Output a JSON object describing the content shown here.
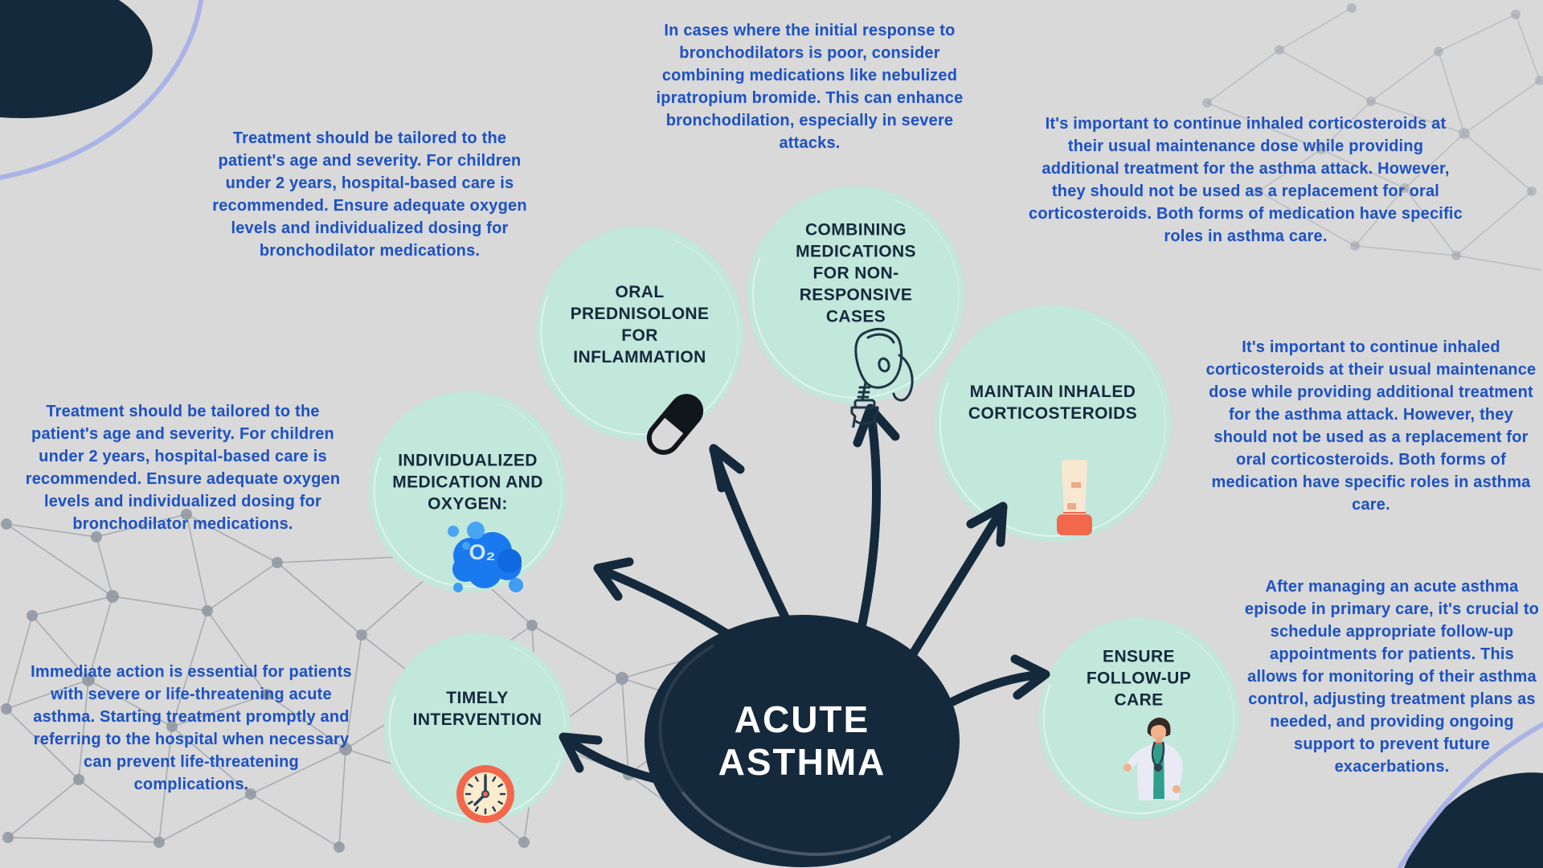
{
  "title": "ACUTE ASTHMA",
  "nodes": [
    {
      "label": "ORAL PREDNISOLONE FOR INFLAMMATION",
      "icon": "pill-capsule-icon"
    },
    {
      "label": "COMBINING MEDICATIONS FOR NON-RESPONSIVE CASES",
      "icon": "nebulizer-mask-icon"
    },
    {
      "label": "MAINTAIN INHALED CORTICOSTEROIDS",
      "icon": "inhaler-icon"
    },
    {
      "label": "INDIVIDUALIZED MEDICATION AND OXYGEN:",
      "icon": "oxygen-bubbles-icon"
    },
    {
      "label": "TIMELY INTERVENTION",
      "icon": "clock-icon"
    },
    {
      "label": "ENSURE FOLLOW-UP CARE",
      "icon": "doctor-icon"
    }
  ],
  "annotations": {
    "top_left": "Treatment should be tailored to the patient's age and severity. For children under 2 years, hospital-based care is recommended. Ensure adequate oxygen levels and individualized dosing for bronchodilator medications.",
    "top_center": "In cases where the initial response to bronchodilators is poor, consider combining medications like nebulized ipratropium bromide. This can enhance bronchodilation, especially in severe attacks.",
    "top_right": "It's important to continue inhaled corticosteroids at their usual maintenance dose while providing additional treatment for the asthma attack. However, they should not be used as a replacement for oral corticosteroids. Both forms of medication have specific roles in asthma care.",
    "mid_left": "Treatment should be tailored to the patient's age and severity. For children under 2 years, hospital-based care is recommended. Ensure adequate oxygen levels and individualized dosing for bronchodilator medications.",
    "mid_right": "It's important to continue inhaled corticosteroids at their usual maintenance dose while providing additional treatment for the asthma attack. However, they should not be used as a replacement for oral corticosteroids. Both forms of medication have specific roles in asthma care.",
    "bottom_left": "Immediate action is essential for patients with severe or life-threatening acute asthma. Starting treatment promptly and referring to the hospital when necessary can prevent life-threatening complications.",
    "bottom_right": "After managing an acute asthma episode in primary care, it's crucial to schedule appropriate follow-up appointments for patients. This allows for monitoring of their asthma control, adjusting treatment plans as needed, and providing ongoing support to prevent future exacerbations."
  },
  "icon_text": {
    "oxygen": "O₂"
  },
  "colors": {
    "background": "#d9d9d9",
    "navy": "#15293c",
    "mint_bubble": "#c2e7db",
    "annotation_blue": "#1d52c3",
    "periwinkle_accent": "#aab3e6",
    "coral": "#f3674d",
    "cream": "#f8ecd2",
    "oxygen_blue": "#1b79f0"
  }
}
